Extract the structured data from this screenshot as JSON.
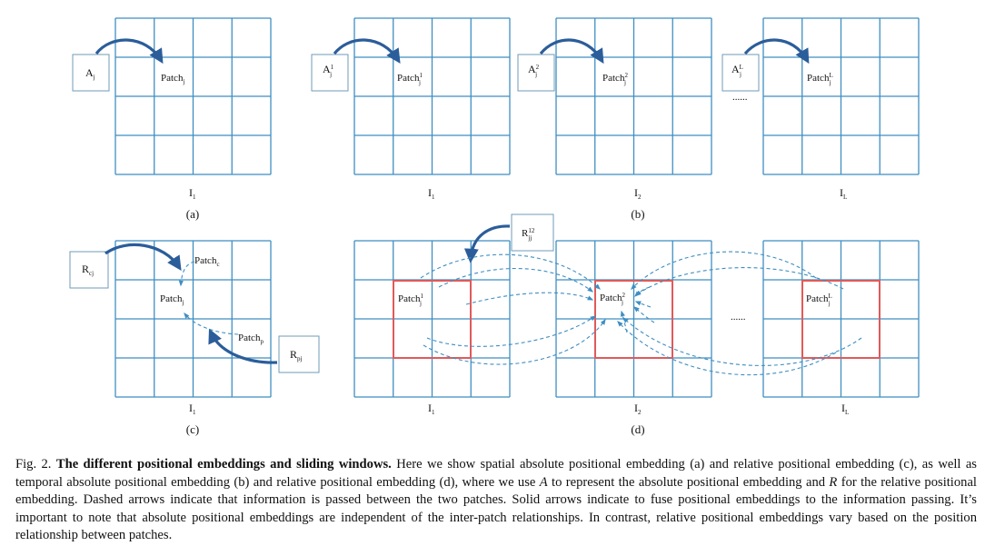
{
  "panels": {
    "a": {
      "label": "(a)",
      "image_label": {
        "base": "I",
        "sub": "1"
      },
      "box": {
        "base": "A",
        "sub": "j"
      },
      "patch": {
        "base": "Patch",
        "sub": "j"
      }
    },
    "b": {
      "label": "(b)",
      "frames": [
        {
          "image_label": {
            "base": "I",
            "sub": "1"
          },
          "box": {
            "base": "A",
            "sup": "1",
            "sub": "j"
          },
          "patch": {
            "base": "Patch",
            "sup": "1",
            "sub": "j"
          }
        },
        {
          "image_label": {
            "base": "I",
            "sub": "2"
          },
          "box": {
            "base": "A",
            "sup": "2",
            "sub": "j"
          },
          "patch": {
            "base": "Patch",
            "sup": "2",
            "sub": "j"
          }
        },
        {
          "image_label": {
            "base": "I",
            "sub": "L"
          },
          "box": {
            "base": "A",
            "sup": "L",
            "sub": "j"
          },
          "patch": {
            "base": "Patch",
            "sup": "L",
            "sub": "j"
          }
        }
      ],
      "ellipsis": "......"
    },
    "c": {
      "label": "(c)",
      "image_label": {
        "base": "I",
        "sub": "1"
      },
      "box_c": {
        "base": "R",
        "sub": "cj"
      },
      "box_p": {
        "base": "R",
        "sub": "pj"
      },
      "patch_j": {
        "base": "Patch",
        "sub": "j"
      },
      "patch_c": {
        "base": "Patch",
        "sub": "c"
      },
      "patch_p": {
        "base": "Patch",
        "sub": "p"
      }
    },
    "d": {
      "label": "(d)",
      "box": {
        "base": "R",
        "sup": "12",
        "sub": "jj"
      },
      "frames": [
        {
          "image_label": {
            "base": "I",
            "sub": "1"
          },
          "patch": {
            "base": "Patch",
            "sup": "1",
            "sub": "j"
          }
        },
        {
          "image_label": {
            "base": "I",
            "sub": "2"
          },
          "patch": {
            "base": "Patch",
            "sup": "2",
            "sub": "j"
          }
        },
        {
          "image_label": {
            "base": "I",
            "sub": "L"
          },
          "patch": {
            "base": "Patch",
            "sup": "L",
            "sub": "j"
          }
        }
      ],
      "ellipsis": "......"
    }
  },
  "caption": {
    "prefix": "Fig. 2.",
    "title": "The different positional embeddings and sliding windows.",
    "text_1": "Here we show spatial absolute positional embedding (a) and relative positional embedding (c), as well as temporal absolute positional embedding (b) and relative positional embedding (d), where we use",
    "var_a": "A",
    "text_2": "to represent the absolute positional embedding and",
    "var_r": "R",
    "text_3": "for the relative positional embedding. Dashed arrows indicate that information is passed between the two patches. Solid arrows indicate to fuse positional embeddings to the information passing. It’s important to note that absolute positional embeddings are independent of the inter-patch relationships. In contrast, relative positional embeddings vary based on the position relationship between patches."
  }
}
